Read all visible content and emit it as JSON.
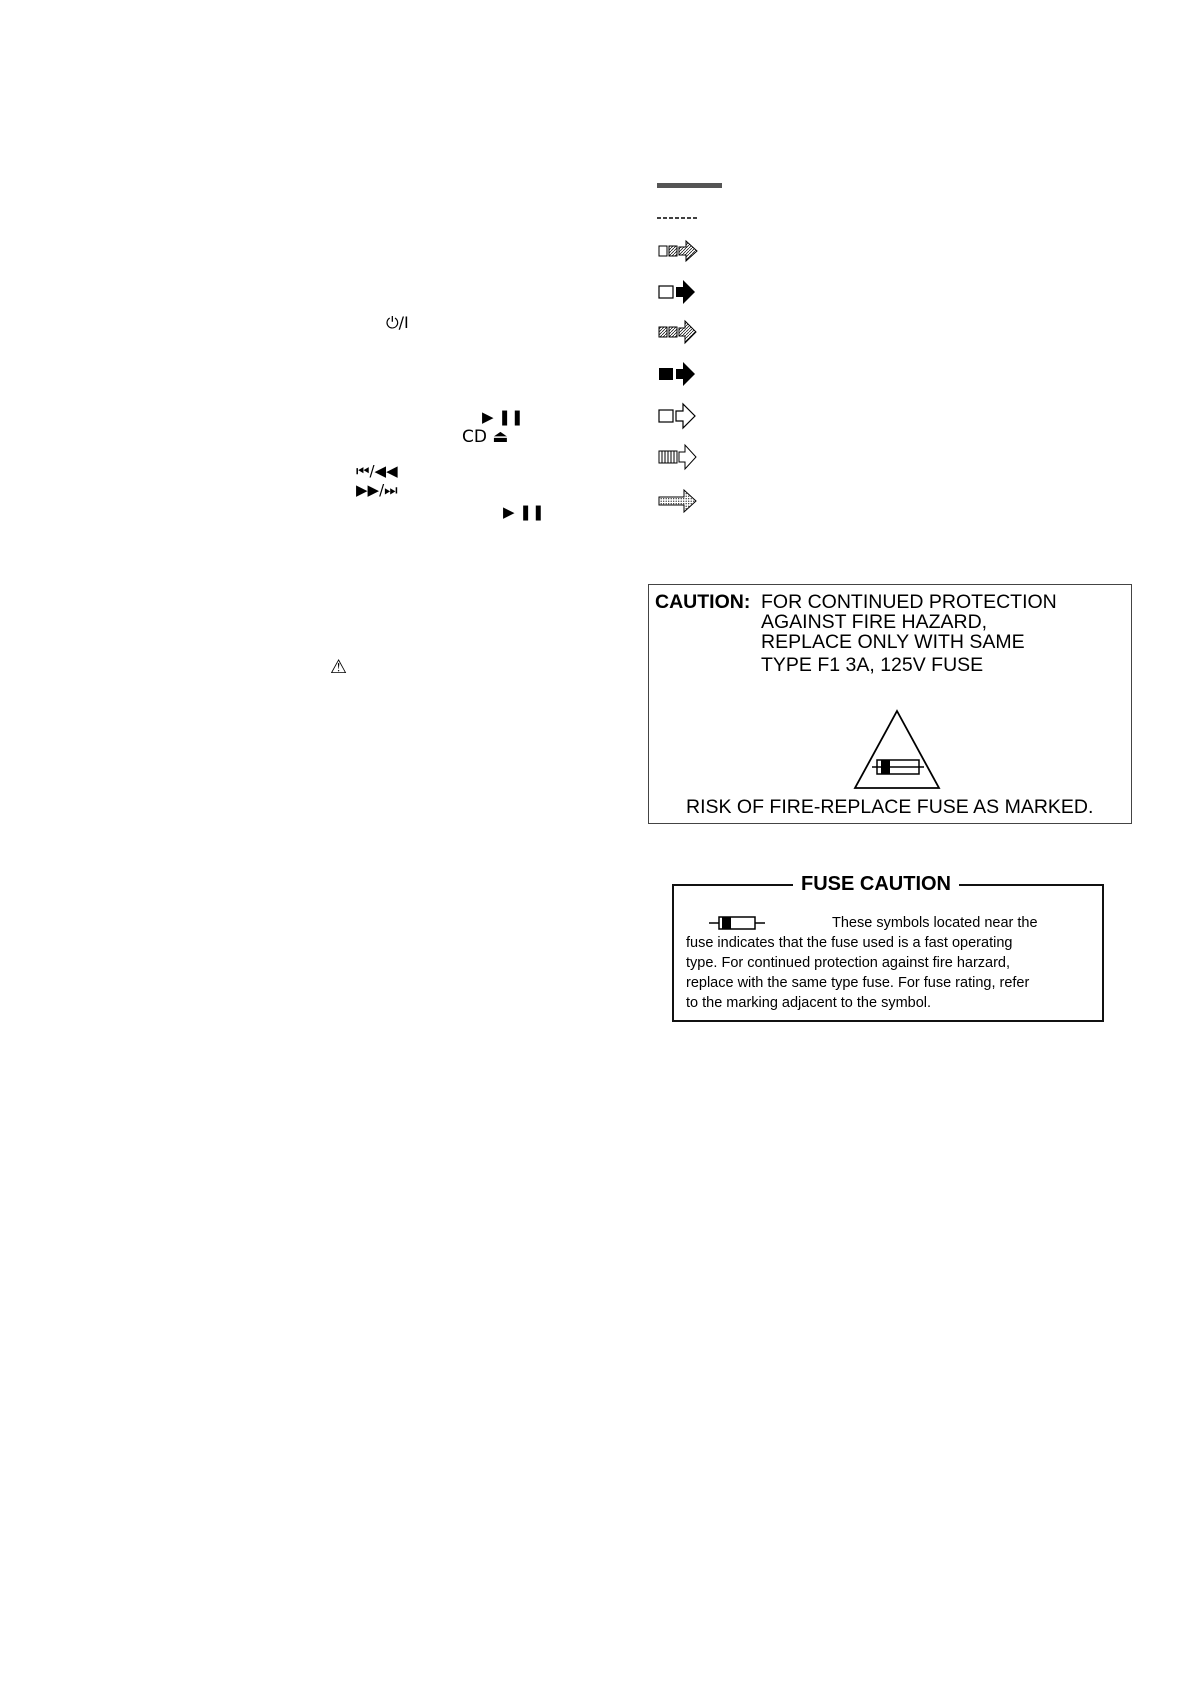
{
  "panel_symbols": {
    "power": "⏻/I",
    "play_pause_1": "▶ ❚❚",
    "cd_eject": "CD ⏏",
    "skip_back": "⏮/◀◀",
    "skip_forward": "▶▶/⏭",
    "play_pause_2": "▶ ❚❚",
    "warning": "⚠"
  },
  "legend_icons": [
    "thick-line-icon",
    "dashed-line-icon",
    "double-box-hatched-arrow-icon",
    "box-solid-arrow-icon",
    "hatched-box-diamond-arrow-icon",
    "solid-box-arrow-icon",
    "box-outline-arrow-icon",
    "striped-box-outline-arrow-icon",
    "dotted-wide-arrow-icon"
  ],
  "caution": {
    "label": "CAUTION:",
    "line1": "FOR CONTINUED PROTECTION",
    "line2": "AGAINST FIRE HAZARD,",
    "line3": "REPLACE ONLY WITH SAME",
    "line4": "TYPE  F1  3A,  125V FUSE",
    "risk": "RISK OF FIRE-REPLACE FUSE AS MARKED."
  },
  "fuse_caution": {
    "title": "FUSE CAUTION",
    "line1": "These symbols located near the",
    "line2": "fuse indicates that the fuse used is a fast operating",
    "line3": "type. For continued protection against fire harzard,",
    "line4": "replace with the same type fuse. For fuse rating, refer",
    "line5": "to the marking adjacent to the symbol."
  }
}
